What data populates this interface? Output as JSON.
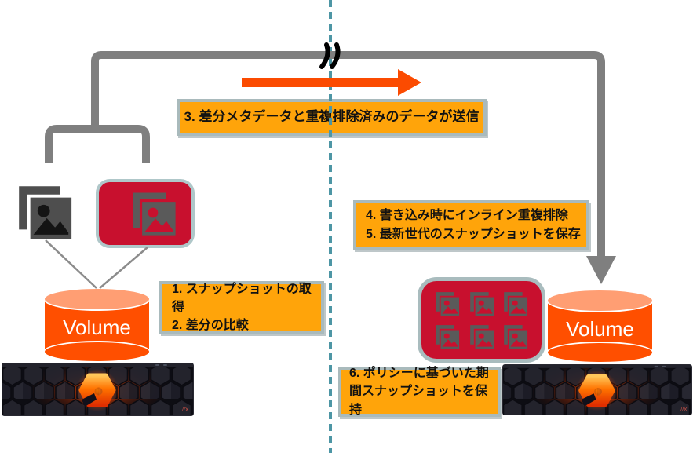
{
  "labels": {
    "step3": "3. 差分メタデータと重複排除済みのデータが送信",
    "step4": "4. 書き込み時にインライン重複排除",
    "step5": "5. 最新世代のスナップショットを保存",
    "step1": "1. スナップショットの取得",
    "step2": "2. 差分の比較",
    "step6_line1": "6. ポリシーに基づいた期",
    "step6_line2": "間スナップショットを保持"
  },
  "source_volume": {
    "label": "Volume"
  },
  "target_volume": {
    "label": "Volume"
  },
  "target_snapshots": {
    "count": 6
  },
  "appliance": {
    "model_badge": "//X"
  },
  "icons": {
    "source_changes": "photo-stack-icon",
    "source_snapshot": "snapshot-card-icon",
    "target_snapshots": "snapshot-grid-icon",
    "appliance_logo": "pure-storage-logo-icon",
    "transfer": "arrow-right-icon",
    "replication_target": "arrow-down-icon",
    "network_break": "line-break-icon",
    "site_divider": "dashed-divider-line"
  },
  "colors": {
    "label_bg": "#FFA40A",
    "label_border": "#A9BABC",
    "transfer_arrow_orange": "#FB4B01",
    "connector_gray": "#7F7F7F",
    "divider_teal": "#4D96A5",
    "volume_orange": "#FF4F00",
    "volume_top": "#FF9E73",
    "snapshot_red": "#C8102E",
    "icon_gray": "#4E4E4E"
  }
}
